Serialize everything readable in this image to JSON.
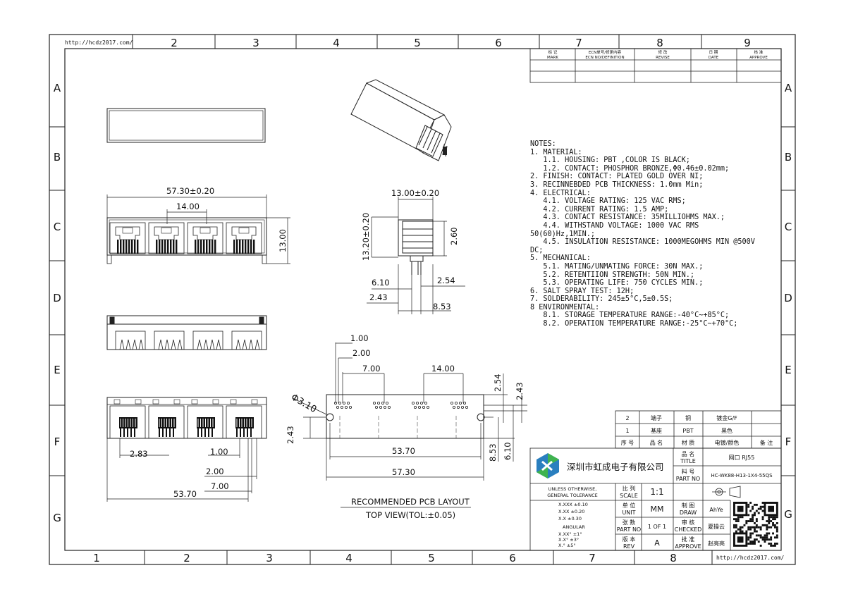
{
  "url_top": "http://hcdz2017.com/",
  "url_bottom": "http://hcdz2017.com/",
  "col_numbers": [
    "2",
    "3",
    "4",
    "5",
    "6",
    "7",
    "8",
    "9"
  ],
  "col_numbers_bottom": [
    "1",
    "2",
    "3",
    "4",
    "5",
    "6",
    "7",
    "8"
  ],
  "row_letters": [
    "A",
    "B",
    "C",
    "D",
    "E",
    "F",
    "G"
  ],
  "revision_header": {
    "mark": "标 记\nMARK",
    "ecn": "ECN单号/修更内容\nECN NO/DEFINITION",
    "revise": "修 改\nREVISE",
    "date": "日 期\nDATE",
    "approve": "核 准\nAPPROVE"
  },
  "notes": [
    "NOTES:",
    "1. MATERIAL:",
    "   1.1. HOUSING: PBT ,COLOR IS BLACK;",
    "   1.2. CONTACT: PHOSPHOR BRONZE,Φ0.46±0.02mm;",
    "2. FINISH: CONTACT: PLATED GOLD OVER NI;",
    "3. RECINNEBDED PCB THICKNESS: 1.0mm Min;",
    "4. ELECTRICAL:",
    "   4.1. VOLTAGE RATING: 125 VAC RMS;",
    "   4.2. CURRENT RATING: 1.5 AMP;",
    "   4.3. CONTACT RESISTANCE: 35MILLIOHMS MAX.;",
    "   4.4. WITHSTAND VOLTAGE: 1000 VAC RMS",
    "50(60)Hz,1MIN.;",
    "   4.5. INSULATION RESISTANCE: 1000MEGOHMS MIN @500V",
    "DC;",
    "5. MECHANICAL:",
    "   5.1. MATING/UNMATING FORCE: 30N MAX.;",
    "   5.2. RETENTIION STRENGTH: 50N MIN.;",
    "   5.3. OPERATING LIFE: 750 CYCLES MIN.;",
    "6. SALT SPRAY TEST: 12H;",
    "7. SOLDERABILITY: 245±5°C,5±0.5S;",
    "8 ENVIRONMENTAL:",
    "   8.1. STORAGE TEMPERATURE RANGE:-40°C~+85°C;",
    "   8.2. OPERATION TEMPERATURE RANGE:-25°C~+70°C;"
  ],
  "dims": {
    "width_total": "57.30±0.20",
    "port_pitch": "14.00",
    "height": "13.00",
    "side_depth": "13.00±0.20",
    "side_height": "13.20±0.20",
    "side_260": "2.60",
    "side_610": "6.10",
    "side_254": "2.54",
    "side_243": "2.43",
    "side_853": "8.53",
    "bot_283": "2.83",
    "bot_100": "1.00",
    "bot_200": "2.00",
    "bot_700": "7.00",
    "bot_5370": "53.70",
    "pcb_100": "1.00",
    "pcb_200": "2.00",
    "pcb_700": "7.00",
    "pcb_1400": "14.00",
    "pcb_254": "2.54",
    "pcb_243": "2.43",
    "pcb_hole": "Φ3.10",
    "pcb_243_left": "2.43",
    "pcb_5370": "53.70",
    "pcb_5730": "57.30",
    "pcb_853": "8.53",
    "pcb_610": "6.10"
  },
  "pcb_caption": "RECOMMENDED PCB LAYOUT",
  "pcb_subcaption": "TOP VIEW(TOL:±0.05)",
  "bom": [
    {
      "no": "2",
      "name": "端子",
      "material": "铜",
      "finish": "镀金G/F",
      "note": ""
    },
    {
      "no": "1",
      "name": "基座",
      "material": "PBT",
      "finish": "黑色",
      "note": ""
    }
  ],
  "bom_header": {
    "no": "序 号",
    "name": "品 名",
    "material": "材 质",
    "finish": "电镀/颜色",
    "note": "备 注"
  },
  "company": "深圳市虹成电子有限公司",
  "title_label": "品 名\nTITLE",
  "title_value": "网口 RJ55",
  "part_label": "料 号\nPART NO",
  "part_value": "HC-WK88-H13-1X4-55QS",
  "tolerance_title": "UNLESS OTHERWISE,\nGENERAL TOLERANCE",
  "tolerances": [
    "X.XXX  ±0.10",
    "X.XX  ±0.20",
    "X.X  ±0.30"
  ],
  "angular_label": "ANGULAR",
  "angular": [
    "X.XX°  ±1°",
    "X.X°  ±3°",
    "X.°  ±5°"
  ],
  "scale_label": "比 列\nSCALE",
  "scale_value": "1:1",
  "unit_label": "单 位\nUNIT",
  "unit_value": "MM",
  "draw_label": "制 图\nDRAW",
  "draw_value": "AhYe",
  "sheet_label": "张 数\nPART NO",
  "sheet_value": "1 OF 1",
  "check_label": "审 核\nCHECKED",
  "check_value": "夏操云",
  "rev_label": "版 本\nREV",
  "rev_value": "A",
  "approve_label": "批 准\nAPPROVE",
  "approve_value": "赵亮亮"
}
